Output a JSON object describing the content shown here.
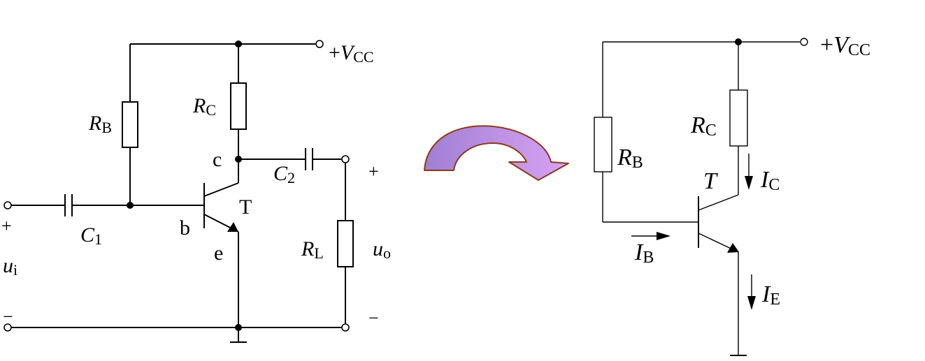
{
  "left_circuit": {
    "vcc": {
      "prefix": "+",
      "symbol": "V",
      "sub": "CC"
    },
    "rb": {
      "symbol": "R",
      "sub": "B"
    },
    "rc": {
      "symbol": "R",
      "sub": "C"
    },
    "rl": {
      "symbol": "R",
      "sub": "L"
    },
    "c1": {
      "symbol": "C",
      "sub": "1"
    },
    "c2": {
      "symbol": "C",
      "sub": "2"
    },
    "transistor": "T",
    "node_c": "c",
    "node_b": "b",
    "node_e": "e",
    "ui": {
      "symbol": "u",
      "sub": "i"
    },
    "uo": {
      "symbol": "u",
      "sub": "o"
    },
    "in_plus": "+",
    "in_minus": "−",
    "out_plus": "+",
    "out_minus": "−"
  },
  "right_circuit": {
    "vcc": {
      "prefix": "+",
      "symbol": "V",
      "sub": "CC"
    },
    "rb": {
      "symbol": "R",
      "sub": "B"
    },
    "rc": {
      "symbol": "R",
      "sub": "C"
    },
    "transistor": "T",
    "ib": {
      "symbol": "I",
      "sub": "B"
    },
    "ic": {
      "symbol": "I",
      "sub": "C"
    },
    "ie": {
      "symbol": "I",
      "sub": "E"
    }
  },
  "colors": {
    "arrow_fill": "#b48ae0",
    "arrow_stroke": "#8b3a1a",
    "wire": "#000000"
  }
}
